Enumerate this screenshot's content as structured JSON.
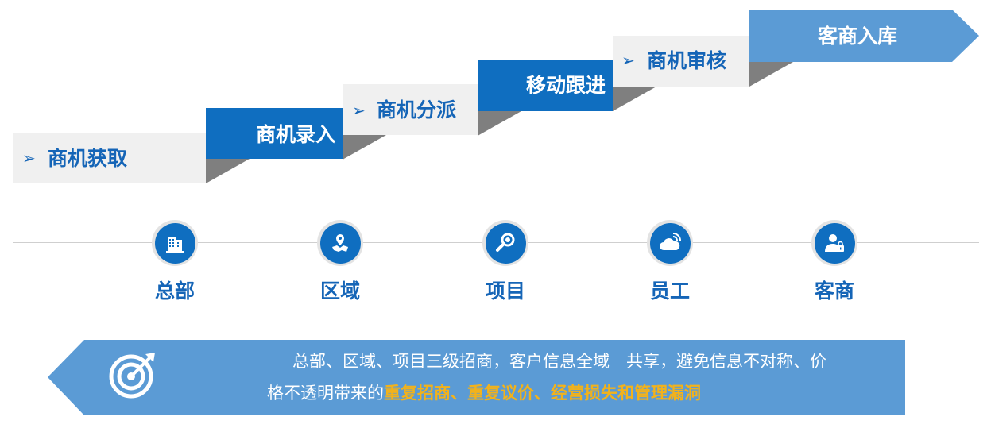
{
  "steps": [
    {
      "label": "商机获取",
      "style": "light",
      "marker": "➢"
    },
    {
      "label": "商机录入",
      "style": "dark"
    },
    {
      "label": "商机分派",
      "style": "light",
      "marker": "➢"
    },
    {
      "label": "移动跟进",
      "style": "dark"
    },
    {
      "label": "商机审核",
      "style": "light",
      "marker": "➢"
    },
    {
      "label": "客商入库",
      "style": "mid"
    }
  ],
  "levels": [
    {
      "label": "总部",
      "icon": "building-icon"
    },
    {
      "label": "区域",
      "icon": "map-pin-icon"
    },
    {
      "label": "项目",
      "icon": "magnifier-icon"
    },
    {
      "label": "员工",
      "icon": "cloud-signal-icon"
    },
    {
      "label": "客商",
      "icon": "user-lock-icon"
    }
  ],
  "banner": {
    "line1": "总部、区域、项目三级招商，客户信息全域　共享，避免信息不对称、价",
    "line2_prefix": "格不透明带来的",
    "line2_highlight": "重复招商、重复议价、经营损失和管理漏洞",
    "icon": "target-icon"
  },
  "colors": {
    "dark_blue": "#0f6ec0",
    "mid_blue": "#5b9bd5",
    "light_gray": "#f0f0f0",
    "fold_gray": "#7f7f7f",
    "text_blue": "#1565b7",
    "highlight": "#f2b21b"
  }
}
